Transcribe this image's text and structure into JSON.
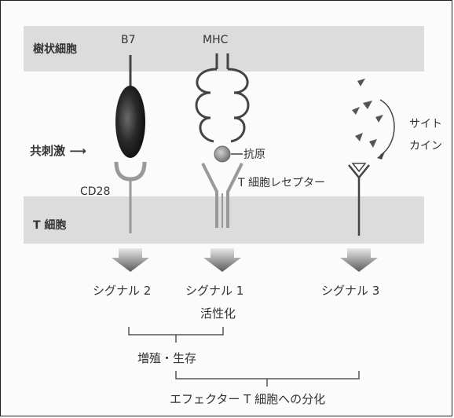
{
  "labels": {
    "dendritic_cell": "樹状細胞",
    "t_cell": "T 細胞",
    "b7": "B7",
    "mhc": "MHC",
    "costimulation": "共刺激 ⟶",
    "antigen": "抗原",
    "cd28": "CD28",
    "tcr": "T 細胞レセプター",
    "cytokine_1": "サイト",
    "cytokine_2": "カイン",
    "signal2": "シグナル 2",
    "signal1": "シグナル 1",
    "signal3": "シグナル 3",
    "activation": "活性化",
    "proliferation": "増殖・生存",
    "differentiation": "エフェクター T 細胞への分化"
  },
  "colors": {
    "membrane_band": "#dcdcdc",
    "arrow_dark": "#505050",
    "line": "#444444"
  }
}
